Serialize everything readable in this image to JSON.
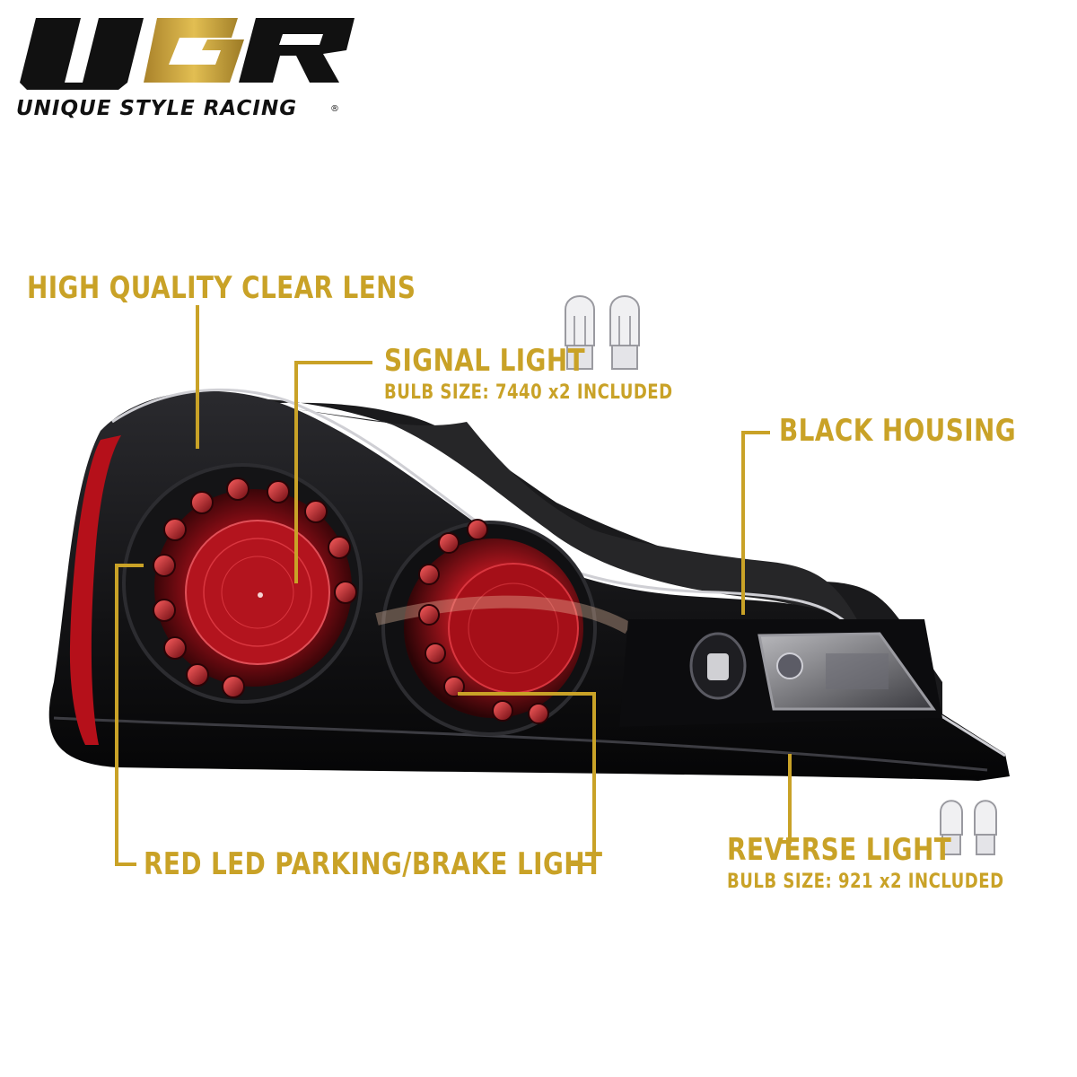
{
  "brand": {
    "logo_letters": "USR",
    "tagline": "UNIQUE STYLE RACING",
    "colors": {
      "black": "#111111",
      "gold": "#c9a227"
    }
  },
  "callouts": {
    "clear_lens": "HIGH QUALITY CLEAR LENS",
    "signal_title": "SIGNAL LIGHT",
    "signal_sub": "BULB SIZE: 7440 x2 INCLUDED",
    "housing": "BLACK HOUSING",
    "brake": "RED LED PARKING/BRAKE LIGHT",
    "reverse_title": "REVERSE LIGHT",
    "reverse_sub": "BULB SIZE: 921 x2 INCLUDED"
  },
  "accent_color": "#c9a227",
  "icons": [
    "usr-logo",
    "bulb-7440-icon",
    "bulb-921-icon",
    "tail-light-product"
  ]
}
